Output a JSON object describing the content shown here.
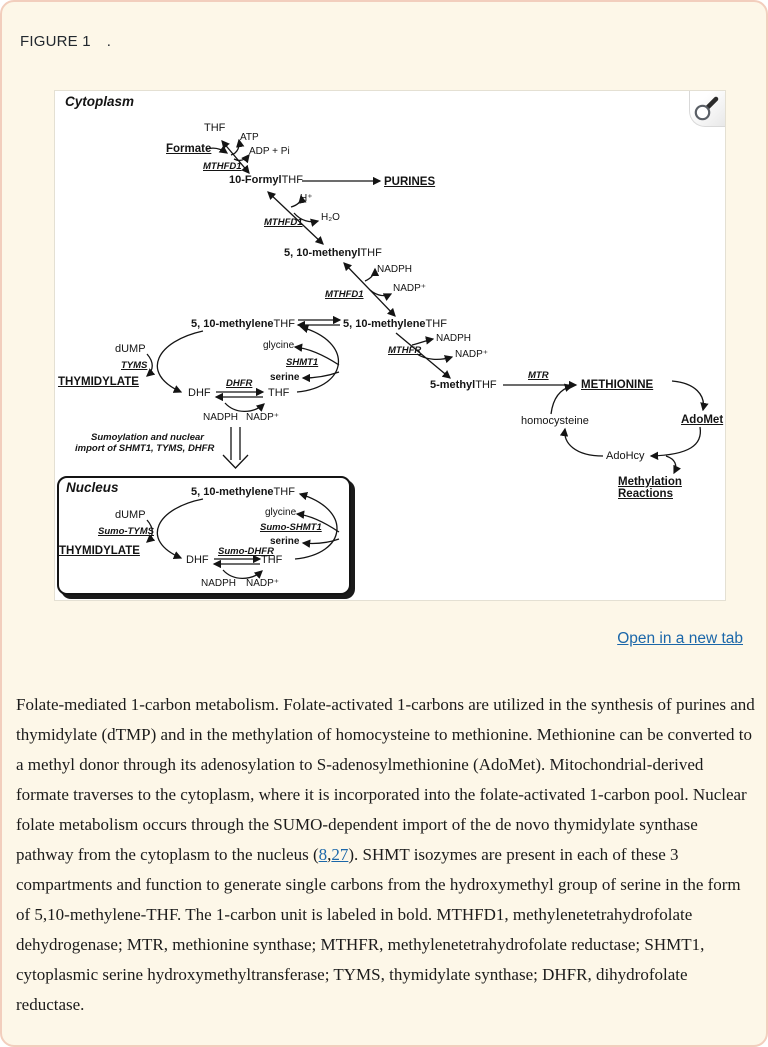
{
  "page": {
    "title": "FIGURE 1",
    "title_dot": "."
  },
  "figure": {
    "open_link": "Open in a new tab",
    "magnifier_icon": "magnifier"
  },
  "colors": {
    "link": "#1b67a9",
    "page_bg": "#fdf7e8",
    "page_border": "#f2cebd"
  },
  "fig": {
    "labels": [
      {
        "b": "Cytoplasm",
        "r": ""
      },
      {
        "b": "",
        "r": "THF"
      },
      {
        "b": "Formate",
        "r": ""
      },
      {
        "b": "",
        "r": "ATP"
      },
      {
        "b": "",
        "r": "ADP + Pi"
      },
      {
        "b": "MTHFD1",
        "r": ""
      },
      {
        "b": "10-Formyl",
        "r": "THF"
      },
      {
        "b": "PURINES",
        "r": ""
      },
      {
        "b": "",
        "r": "H⁺"
      },
      {
        "b": "",
        "r": "H₂O"
      },
      {
        "b": "MTHFD1",
        "r": ""
      },
      {
        "b": "5, 10-methenyl",
        "r": "THF"
      },
      {
        "b": "",
        "r": "NADPH"
      },
      {
        "b": "",
        "r": "NADP⁺"
      },
      {
        "b": "MTHFD1",
        "r": ""
      },
      {
        "b": "5, 10-methylene",
        "r": "THF"
      },
      {
        "b": "5, 10-methylene",
        "r": "THF"
      },
      {
        "b": "",
        "r": "dUMP"
      },
      {
        "b": "TYMS",
        "r": ""
      },
      {
        "b": "THYMIDYLATE",
        "r": ""
      },
      {
        "b": "",
        "r": "glycine"
      },
      {
        "b": "SHMT1",
        "r": ""
      },
      {
        "b": "serine",
        "r": ""
      },
      {
        "b": "DHFR",
        "r": ""
      },
      {
        "b": "",
        "r": "DHF"
      },
      {
        "b": "",
        "r": "THF"
      },
      {
        "b": "",
        "r": "NADPH"
      },
      {
        "b": "",
        "r": "NADP⁺"
      },
      {
        "b": "MTHFR",
        "r": ""
      },
      {
        "b": "",
        "r": "NADPH"
      },
      {
        "b": "",
        "r": "NADP⁺"
      },
      {
        "b": "5-methyl",
        "r": "THF"
      },
      {
        "b": "MTR",
        "r": ""
      },
      {
        "b": "METHIONINE",
        "r": ""
      },
      {
        "b": "",
        "r": "homocysteine"
      },
      {
        "b": "AdoMet",
        "r": ""
      },
      {
        "b": "",
        "r": "AdoHcy"
      },
      {
        "b": "Methylation",
        "r": ""
      },
      {
        "b": "Reactions",
        "r": ""
      },
      {
        "b": "Sumoylation and nuclear",
        "r": ""
      },
      {
        "b": "import of SHMT1, TYMS, DHFR",
        "r": ""
      },
      {
        "b": "Nucleus",
        "r": ""
      },
      {
        "b": "5, 10-methylene",
        "r": "THF"
      },
      {
        "b": "",
        "r": "dUMP"
      },
      {
        "b": "Sumo-TYMS",
        "r": ""
      },
      {
        "b": "THYMIDYLATE",
        "r": ""
      },
      {
        "b": "",
        "r": "glycine"
      },
      {
        "b": "Sumo-SHMT1",
        "r": ""
      },
      {
        "b": "serine",
        "r": ""
      },
      {
        "b": "Sumo-DHFR",
        "r": ""
      },
      {
        "b": "",
        "r": "DHF"
      },
      {
        "b": "",
        "r": "THF"
      },
      {
        "b": "",
        "r": "NADPH"
      },
      {
        "b": "",
        "r": "NADP⁺"
      }
    ]
  },
  "caption": {
    "seg1": "Folate-mediated 1-carbon metabolism. Folate-activated 1-carbons are utilized in the synthesis of purines and thymidylate (dTMP) and in the methylation of homocysteine to methionine. Methionine can be converted to a methyl donor through its adenosylation to S-adenosylmethionine (AdoMet). Mitochondrial-derived formate traverses to the cytoplasm, where it is incorporated into the folate-activated 1-carbon pool. Nuclear folate metabolism occurs through the SUMO-dependent import of the de novo thymidylate synthase pathway from the cytoplasm to the nucleus (",
    "ref1": "8",
    "sep": ",",
    "ref2": "27",
    "seg2": "). SHMT isozymes are present in each of these 3 compartments and function to generate single carbons from the hydroxymethyl group of serine in the form of 5,10-methylene-THF. The 1-carbon unit is labeled in bold. MTHFD1, methylenetetrahydrofolate dehydrogenase; MTR, methionine synthase; MTHFR, methylenetetrahydrofolate reductase; SHMT1, cytoplasmic serine hydroxymethyltransferase; TYMS, thymidylate synthase; DHFR, dihydrofolate reductase."
  }
}
